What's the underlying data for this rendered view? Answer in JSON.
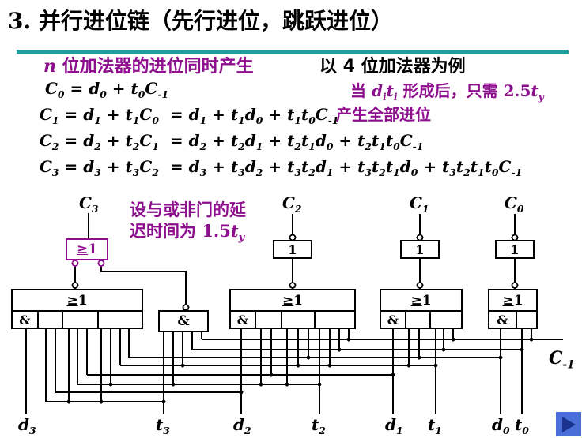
{
  "header": {
    "title": "3. 并行进位链（先行进位，跳跃进位）"
  },
  "subtitle": {
    "left": [
      {
        "t": "n",
        "c": "var"
      },
      {
        "t": " 位加法器的进位同时产生"
      }
    ],
    "right": "以 4 位加法器为例",
    "rule_color": "#1f9e9e"
  },
  "formulas": {
    "f1": [
      {
        "t": "C"
      },
      {
        "s": "0"
      },
      {
        "t": " = "
      },
      {
        "t": "d"
      },
      {
        "s": "0"
      },
      {
        "t": " + "
      },
      {
        "t": "t"
      },
      {
        "s": "0"
      },
      {
        "t": "C"
      },
      {
        "s": "-1"
      }
    ],
    "f2": [
      {
        "t": "C"
      },
      {
        "s": "1"
      },
      {
        "t": " = "
      },
      {
        "t": "d"
      },
      {
        "s": "1"
      },
      {
        "t": " + "
      },
      {
        "t": "t"
      },
      {
        "s": "1"
      },
      {
        "t": "C"
      },
      {
        "s": "0"
      },
      {
        "t": "  = "
      },
      {
        "t": "d"
      },
      {
        "s": "1"
      },
      {
        "t": " + "
      },
      {
        "t": "t"
      },
      {
        "s": "1"
      },
      {
        "t": "d"
      },
      {
        "s": "0"
      },
      {
        "t": " + "
      },
      {
        "t": "t"
      },
      {
        "s": "1"
      },
      {
        "t": "t"
      },
      {
        "s": "0"
      },
      {
        "t": "C"
      },
      {
        "s": "-1"
      }
    ],
    "f3": [
      {
        "t": "C"
      },
      {
        "s": "2"
      },
      {
        "t": " = "
      },
      {
        "t": "d"
      },
      {
        "s": "2"
      },
      {
        "t": " + "
      },
      {
        "t": "t"
      },
      {
        "s": "2"
      },
      {
        "t": "C"
      },
      {
        "s": "1"
      },
      {
        "t": "  = "
      },
      {
        "t": "d"
      },
      {
        "s": "2"
      },
      {
        "t": " + "
      },
      {
        "t": "t"
      },
      {
        "s": "2"
      },
      {
        "t": "d"
      },
      {
        "s": "1"
      },
      {
        "t": " + "
      },
      {
        "t": "t"
      },
      {
        "s": "2"
      },
      {
        "t": "t"
      },
      {
        "s": "1"
      },
      {
        "t": "d"
      },
      {
        "s": "0"
      },
      {
        "t": " + "
      },
      {
        "t": "t"
      },
      {
        "s": "2"
      },
      {
        "t": "t"
      },
      {
        "s": "1"
      },
      {
        "t": "t"
      },
      {
        "s": "0"
      },
      {
        "t": "C"
      },
      {
        "s": "-1"
      }
    ],
    "f4": [
      {
        "t": "C"
      },
      {
        "s": "3"
      },
      {
        "t": " = "
      },
      {
        "t": "d"
      },
      {
        "s": "3"
      },
      {
        "t": " + "
      },
      {
        "t": "t"
      },
      {
        "s": "3"
      },
      {
        "t": "C"
      },
      {
        "s": "2"
      },
      {
        "t": "  = "
      },
      {
        "t": "d"
      },
      {
        "s": "3"
      },
      {
        "t": " + "
      },
      {
        "t": "t"
      },
      {
        "s": "3"
      },
      {
        "t": "d"
      },
      {
        "s": "2"
      },
      {
        "t": " + "
      },
      {
        "t": "t"
      },
      {
        "s": "3"
      },
      {
        "t": "t"
      },
      {
        "s": "2"
      },
      {
        "t": "d"
      },
      {
        "s": "1"
      },
      {
        "t": " + "
      },
      {
        "t": "t"
      },
      {
        "s": "3"
      },
      {
        "t": "t"
      },
      {
        "s": "2"
      },
      {
        "t": "t"
      },
      {
        "s": "1"
      },
      {
        "t": "d"
      },
      {
        "s": "0"
      },
      {
        "t": " + "
      },
      {
        "t": "t"
      },
      {
        "s": "3"
      },
      {
        "t": "t"
      },
      {
        "s": "2"
      },
      {
        "t": "t"
      },
      {
        "s": "1"
      },
      {
        "t": "t"
      },
      {
        "s": "0"
      },
      {
        "t": "C"
      },
      {
        "s": "-1"
      }
    ]
  },
  "notes": {
    "right1": [
      {
        "t": "当 "
      },
      {
        "t": "d",
        "c": "var"
      },
      {
        "s": "i"
      },
      {
        "t": "t",
        "c": "var"
      },
      {
        "s": "i"
      },
      {
        "t": " 形成后，只需 "
      },
      {
        "t": "2.5",
        "c": "num"
      },
      {
        "t": "t",
        "c": "var"
      },
      {
        "s": "y"
      }
    ],
    "right2": [
      {
        "t": "产生全部进位"
      }
    ],
    "circ1": [
      {
        "t": "设与或非门的延"
      }
    ],
    "circ2": [
      {
        "t": "迟时间为 "
      },
      {
        "t": "1.5",
        "c": "num"
      },
      {
        "t": "t",
        "c": "var"
      },
      {
        "s": "y"
      }
    ]
  },
  "circuit": {
    "or_label": [
      {
        "t": "≥",
        "c": "u"
      },
      {
        "t": "1"
      }
    ],
    "inv_label": "1",
    "and_label": "&",
    "wire_color": "#000000",
    "gate_purple": "#8e0f8e"
  },
  "signals": {
    "c3": [
      {
        "t": "C"
      },
      {
        "s": "3"
      }
    ],
    "c2": [
      {
        "t": "C"
      },
      {
        "s": "2"
      }
    ],
    "c1": [
      {
        "t": "C"
      },
      {
        "s": "1"
      }
    ],
    "c0": [
      {
        "t": "C"
      },
      {
        "s": "0"
      }
    ],
    "cm1": [
      {
        "t": "C"
      },
      {
        "s": "-1"
      }
    ],
    "d3": [
      {
        "t": "d"
      },
      {
        "s": "3"
      }
    ],
    "t3": [
      {
        "t": "t"
      },
      {
        "s": "3"
      }
    ],
    "d2": [
      {
        "t": "d"
      },
      {
        "s": "2"
      }
    ],
    "t2": [
      {
        "t": "t"
      },
      {
        "s": "2"
      }
    ],
    "d1": [
      {
        "t": "d"
      },
      {
        "s": "1"
      }
    ],
    "t1": [
      {
        "t": "t"
      },
      {
        "s": "1"
      }
    ],
    "d0": [
      {
        "t": "d"
      },
      {
        "s": "0"
      }
    ],
    "t0": [
      {
        "t": "t"
      },
      {
        "s": "0"
      }
    ]
  },
  "nav": {
    "button_color": "#4b6fd8",
    "arrow_color": "#1a338c"
  }
}
